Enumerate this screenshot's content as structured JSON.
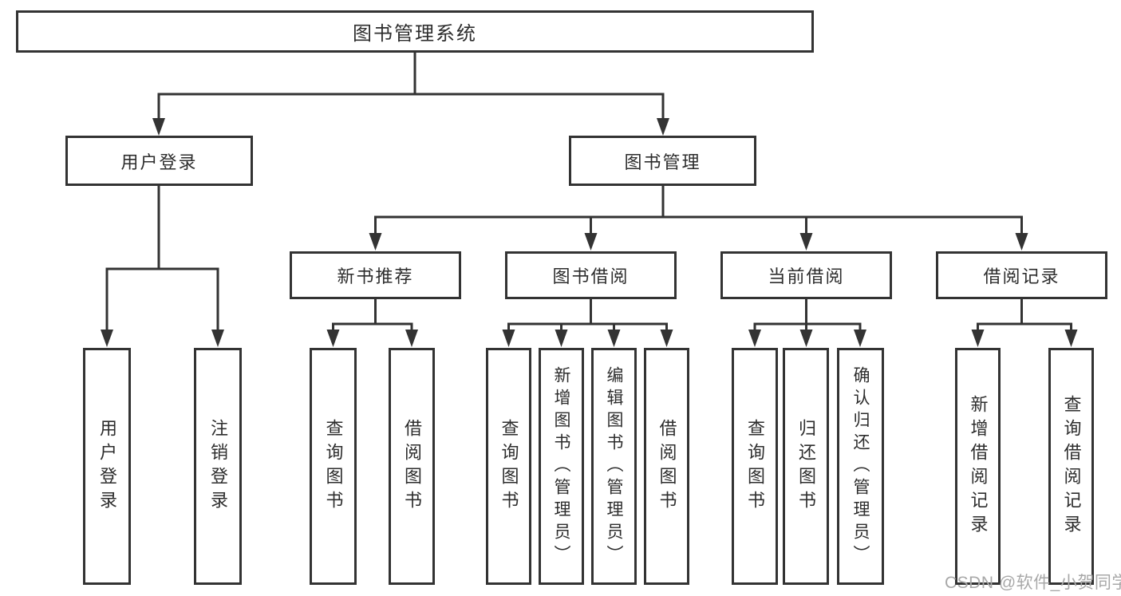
{
  "diagram_title": "图书管理系统",
  "labels": {
    "level1": {
      "root": "图书管理系统"
    },
    "level2": {
      "user_login": "用户登录",
      "book_management": "图书管理"
    },
    "level3": {
      "new_book_recommend": "新书推荐",
      "book_borrow": "图书借阅",
      "current_borrow": "当前借阅",
      "borrow_record": "借阅记录"
    },
    "level4": {
      "user_login_action": "用户登录",
      "logout_action": "注销登录",
      "nbr_query_book": "查询图书",
      "nbr_borrow_book": "借阅图书",
      "bb_query_book": "查询图书",
      "bb_add_book": "新增图书（管理员）",
      "bb_edit_book": "编辑图书（管理员）",
      "bb_borrow_book": "借阅图书",
      "cb_query_book": "查询图书",
      "cb_return_book": "归还图书",
      "cb_confirm_return": "确认归还（管理员）",
      "br_add_record": "新增借阅记录",
      "br_query_record": "查询借阅记录"
    }
  },
  "watermark": {
    "text": "CSDN @软件_小贺同学"
  },
  "colors": {
    "line": "#333333",
    "text": "#2d2d2d",
    "background": "#ffffff",
    "watermark": "#a8a8a8"
  }
}
